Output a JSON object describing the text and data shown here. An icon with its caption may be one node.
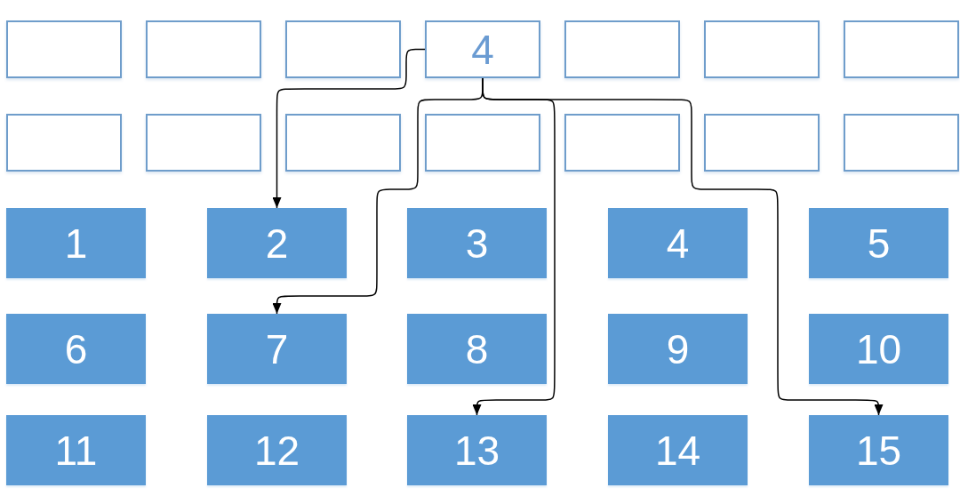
{
  "diagram": {
    "nodes": [
      {
        "text": [],
        "shape": "box"
      },
      {
        "text": [],
        "shape": "box"
      },
      {
        "text": [],
        "shape": "box"
      },
      {
        "text": [
          "4"
        ]
      },
      {
        "text": [],
        "shape": "box"
      },
      {
        "text": [],
        "shape": "box"
      },
      {
        "text": [],
        "shape": "box"
      },
      {
        "text": [],
        "shape": "box"
      },
      {
        "text": [],
        "shape": "box"
      },
      {
        "text": [],
        "shape": "box"
      },
      {
        "text": [],
        "shape": "box"
      },
      {
        "text": [],
        "shape": "box"
      },
      {
        "text": [],
        "shape": "box"
      },
      {
        "text": [],
        "shape": "box"
      },
      {
        "text": [
          "1"
        ]
      },
      {
        "text": [
          "2"
        ]
      },
      {
        "text": [
          "3"
        ]
      },
      {
        "text": [
          "4"
        ]
      },
      {
        "text": [
          "5"
        ]
      },
      {
        "text": [
          "6"
        ]
      },
      {
        "text": [
          "7"
        ]
      },
      {
        "text": [
          "8"
        ]
      },
      {
        "text": [
          "9"
        ]
      },
      {
        "text": [
          "10"
        ]
      },
      {
        "text": [
          "11"
        ]
      },
      {
        "text": [
          "12"
        ]
      },
      {
        "text": [
          "13"
        ]
      },
      {
        "text": [
          "14"
        ]
      },
      {
        "text": [
          "15"
        ]
      }
    ],
    "edges": [
      {
        "from": 3,
        "to": 15,
        "arrow": "to"
      },
      {
        "from": 3,
        "to": 20,
        "arrow": "to"
      },
      {
        "from": 3,
        "to": 26,
        "arrow": "to"
      },
      {
        "from": 3,
        "to": 28,
        "arrow": "to"
      }
    ]
  }
}
